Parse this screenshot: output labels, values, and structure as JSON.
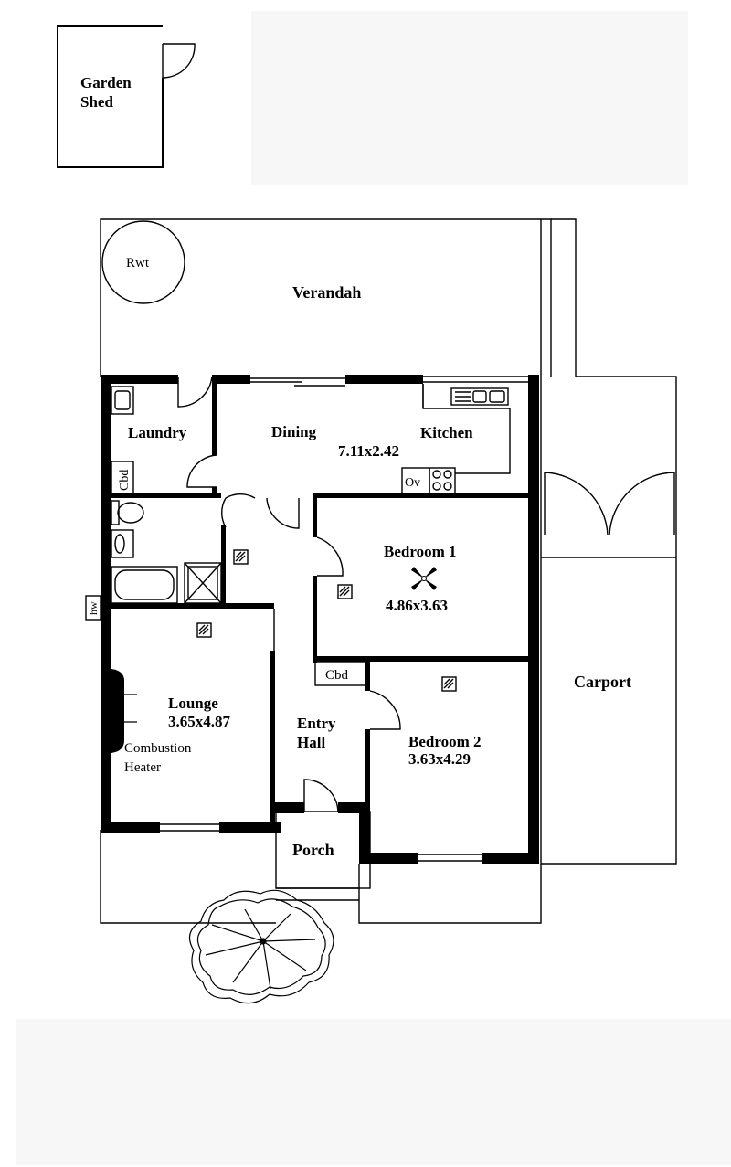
{
  "rooms": {
    "garden_shed": [
      "Garden",
      "Shed"
    ],
    "rwt": "Rwt",
    "verandah": "Verandah",
    "laundry": "Laundry",
    "dining": "Dining",
    "kitchen": "Kitchen",
    "dining_kitchen_size": "7.11x2.42",
    "cbd_laundry": "Cbd",
    "oven": "Ov",
    "bedroom1": "Bedroom 1",
    "bedroom1_size": "4.86x3.63",
    "hw": "hw",
    "lounge": "Lounge",
    "lounge_size": "3.65x4.87",
    "combustion_heater": [
      "Combustion",
      "Heater"
    ],
    "cbd_hall": "Cbd",
    "entry_hall": [
      "Entry",
      "Hall"
    ],
    "bedroom2": "Bedroom 2",
    "bedroom2_size": "3.63x4.29",
    "porch": "Porch",
    "carport": "Carport"
  },
  "colors": {
    "line": "#000000",
    "shading": "#f7f7f7",
    "background": "#ffffff"
  },
  "icons": [
    "ceiling-fan-icon",
    "downlight-icon",
    "tree-icon",
    "toilet-icon",
    "bath-icon",
    "shower-icon",
    "sink-icon",
    "cooktop-icon"
  ]
}
